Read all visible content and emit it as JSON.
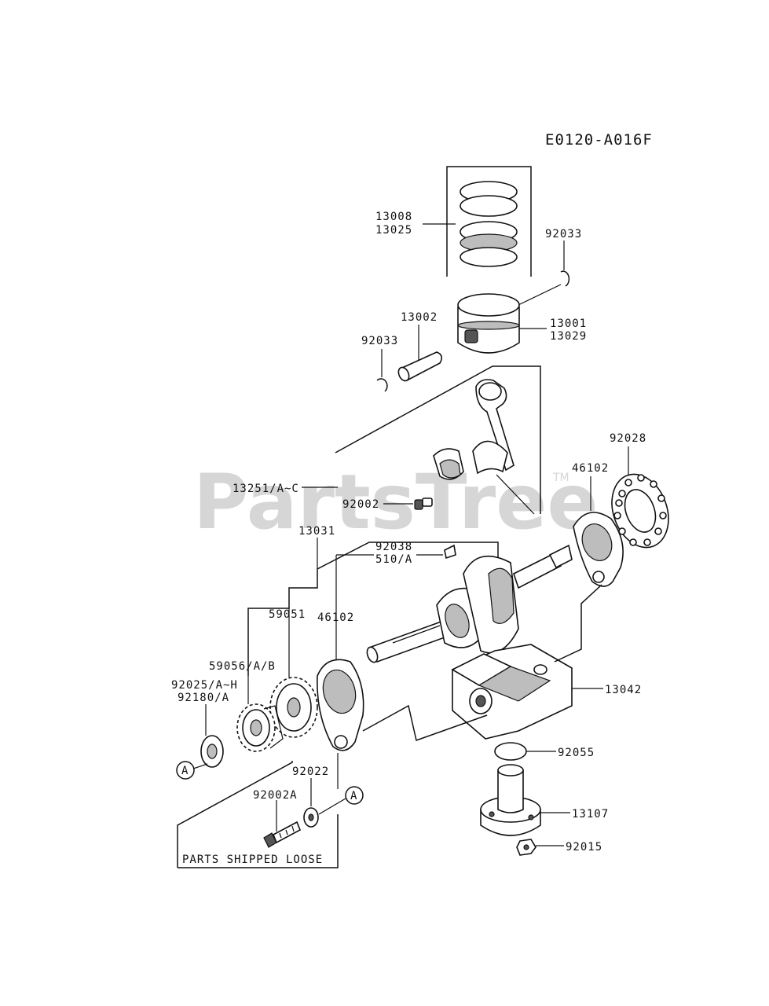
{
  "diagram_code": "E0120-A016F",
  "watermark": "PartsTree",
  "watermark_tm": "TM",
  "box_caption": "PARTS SHIPPED LOOSE",
  "callout_a": "A",
  "labels": {
    "rings": [
      "13008",
      "13025"
    ],
    "clip_right": "92033",
    "pin": "13002",
    "clip_left": "92033",
    "piston": [
      "13001",
      "13029"
    ],
    "rod": "13251/A~C",
    "rod_bolt": "92002",
    "plate_right_id": "92028",
    "plate_right": "46102",
    "crank": "13031",
    "key": [
      "92038",
      "510/A"
    ],
    "plate_left": "46102",
    "gear_big": "59051",
    "gear_small": "59056/A/B",
    "washer": [
      "92025/A~H",
      "92180/A"
    ],
    "case": "13042",
    "oring": "92055",
    "washer2": "92022",
    "bolt": "92002A",
    "shaft": "13107",
    "nut": "92015"
  }
}
